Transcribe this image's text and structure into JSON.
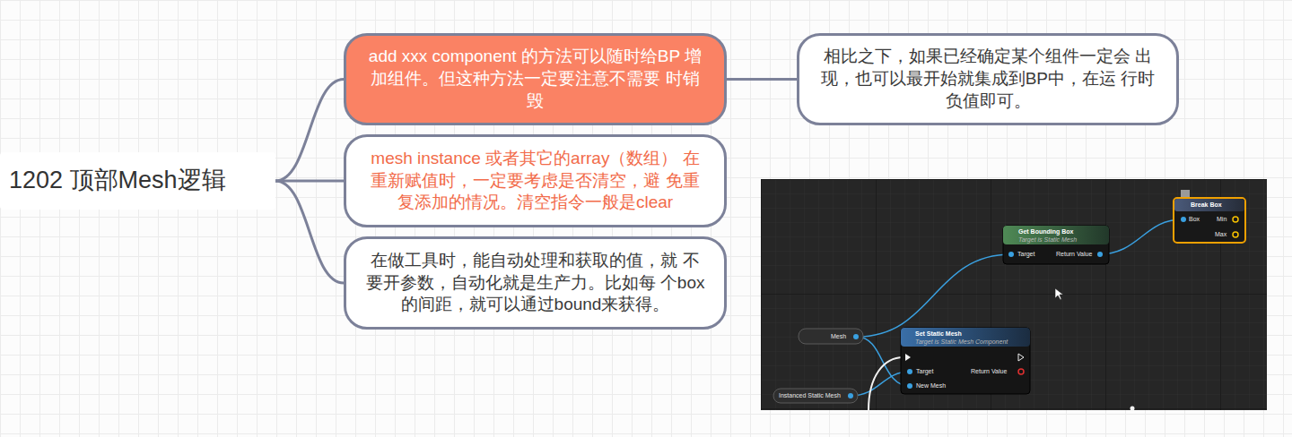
{
  "diagram": {
    "nodes": [
      {
        "text": [
          "1202 顶部Mesh逻辑"
        ]
      },
      {
        "text": [
          "add xxx component 的方法可以随时给BP 增加组件。但这种方法一定要注意不需要 时销毁"
        ]
      },
      {
        "text": [
          "相比之下，如果已经确定某个组件一定会 出现，也可以最开始就集成到BP中，在运 行时负值即可。"
        ]
      },
      {
        "text": [
          "mesh instance 或者其它的array（数组） 在重新赋值时，一定要考虑是否清空，避 免重复添加的情况。清空指令一般是clear"
        ]
      },
      {
        "text": [
          "在做工具时，能自动处理和获取的值，就 不要开参数，自动化就是生产力。比如每 个box的间距，就可以通过bound来获得。"
        ]
      }
    ],
    "edges": [
      {
        "from": 0,
        "to": 1,
        "arrow": "none"
      },
      {
        "from": 1,
        "to": 2,
        "arrow": "none"
      },
      {
        "from": 0,
        "to": 3,
        "arrow": "none"
      },
      {
        "from": 0,
        "to": 4,
        "arrow": "none"
      }
    ],
    "labels": [
      "Break Box",
      "Box",
      "Min",
      "Max",
      "Get Bounding Box",
      "Target is Static Mesh",
      "Target",
      "Return Value",
      "Mesh",
      "Set Static Mesh",
      "Target is Static Mesh Component",
      "Target",
      "Return Value",
      "New Mesh",
      "Instanced Static Mesh"
    ]
  }
}
